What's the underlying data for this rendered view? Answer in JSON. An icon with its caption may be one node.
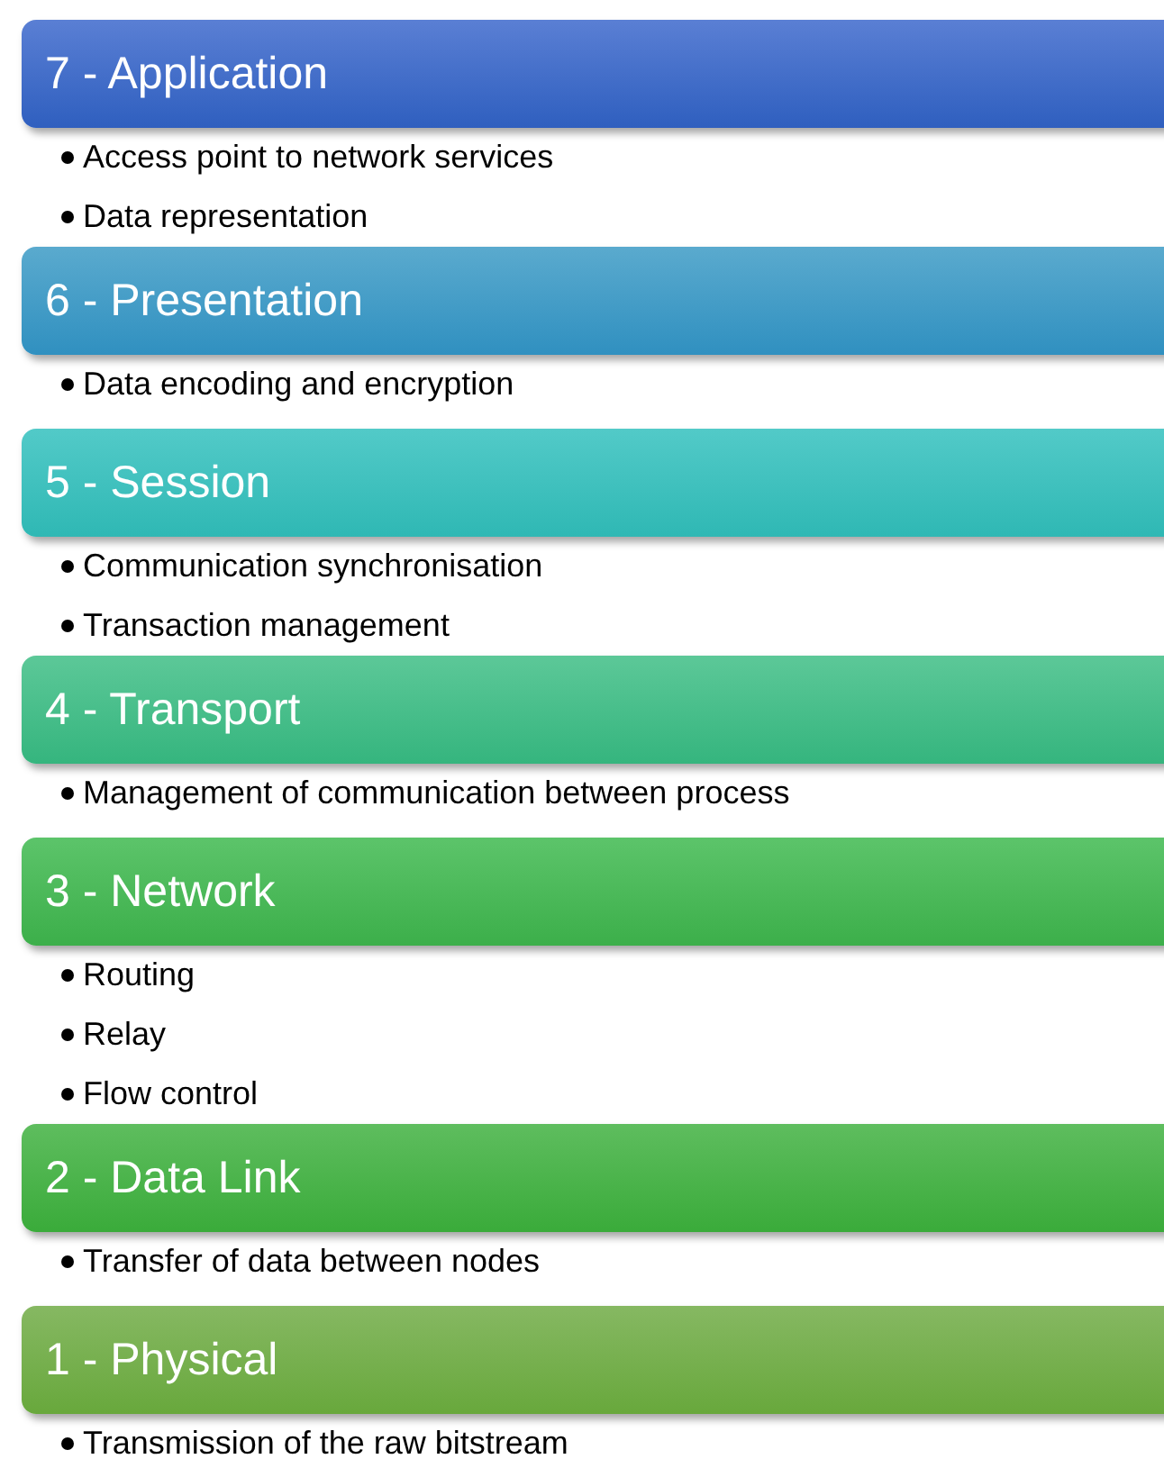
{
  "diagram": {
    "nodes": [
      {
        "text": [
          "7 - Application"
        ],
        "beside": [
          "Access point to network services",
          "Data representation"
        ]
      },
      {
        "text": [
          "6 - Presentation"
        ],
        "beside": [
          "Data encoding and encryption"
        ]
      },
      {
        "text": [
          "5 - Session"
        ],
        "beside": [
          "Communication synchronisation",
          "Transaction management"
        ]
      },
      {
        "text": [
          "4 - Transport"
        ],
        "beside": [
          "Management of communication between process"
        ]
      },
      {
        "text": [
          "3 - Network"
        ],
        "beside": [
          "Routing",
          "Relay",
          "Flow control"
        ]
      },
      {
        "text": [
          "2 - Data Link"
        ],
        "beside": [
          "Transfer of data between nodes"
        ]
      },
      {
        "text": [
          "1 - Physical"
        ],
        "beside": [
          "Transmission of the raw bitstream"
        ]
      }
    ]
  }
}
